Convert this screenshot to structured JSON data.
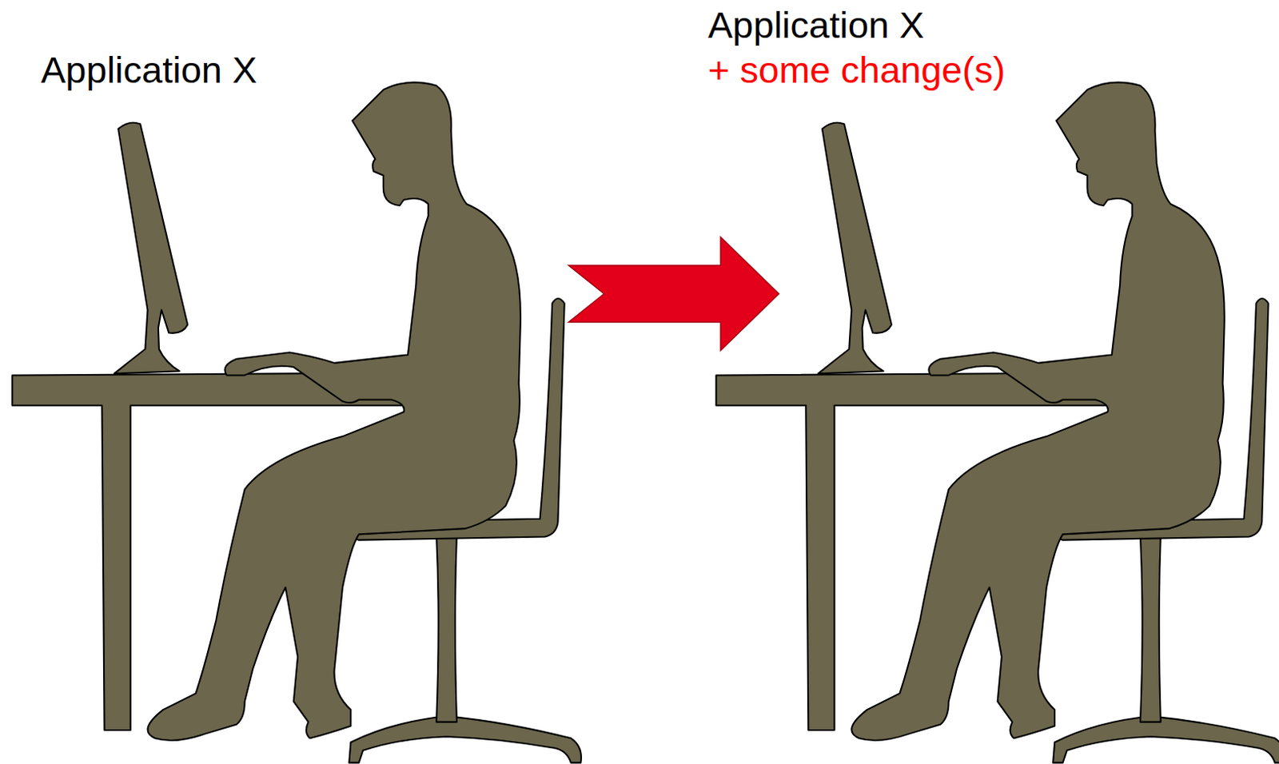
{
  "diagram": {
    "nodes": [
      {
        "text": [
          "Application X"
        ]
      },
      {
        "text": [
          "Application X",
          "+ some change(s)"
        ]
      }
    ],
    "edges": [
      {
        "from": 0,
        "to": 1,
        "arrow": "to"
      }
    ]
  }
}
